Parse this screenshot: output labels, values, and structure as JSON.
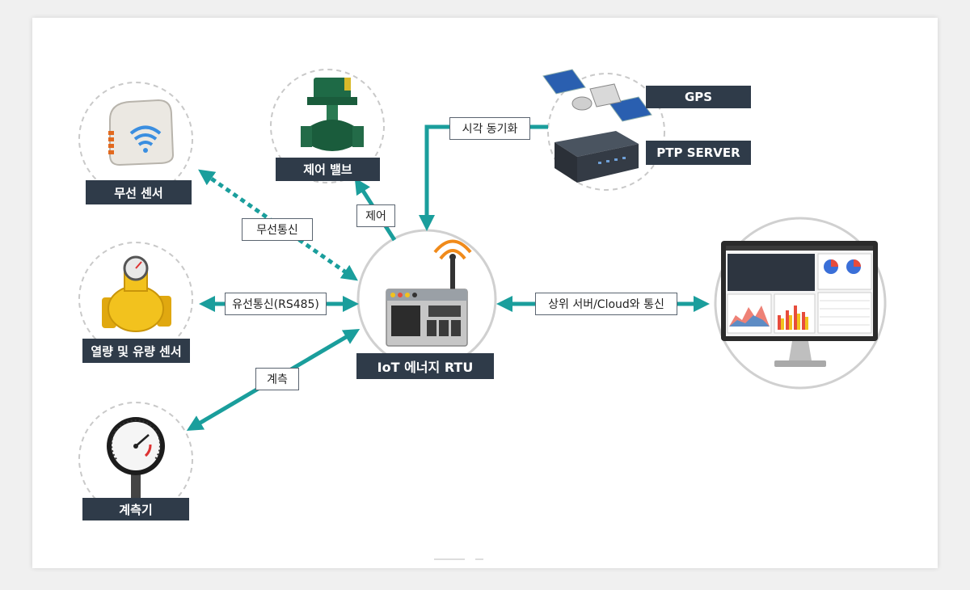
{
  "nodes": {
    "wireless_sensor": "무선 센서",
    "control_valve": "제어 밸브",
    "gps": "GPS",
    "ptp_server": "PTP SERVER",
    "heat_flow_sensor": "열량 및 유량 센서",
    "rtu": "IoT 에너지 RTU",
    "gauge": "계측기"
  },
  "edges": {
    "wireless": "무선통신",
    "control": "제어",
    "time_sync": "시각 동기화",
    "wired": "유선통신(RS485)",
    "upper": "상위 서버/Cloud와 통신",
    "measure": "계측"
  },
  "colors": {
    "accent": "#1a9e9c",
    "label_bg": "#2f3b49",
    "dashed_circle": "#c9c9c9"
  },
  "icons": [
    "wifi-sensor-icon",
    "valve-icon",
    "satellite-icon",
    "server-icon",
    "flow-meter-icon",
    "rtu-device-icon",
    "monitor-icon",
    "pressure-gauge-icon"
  ]
}
